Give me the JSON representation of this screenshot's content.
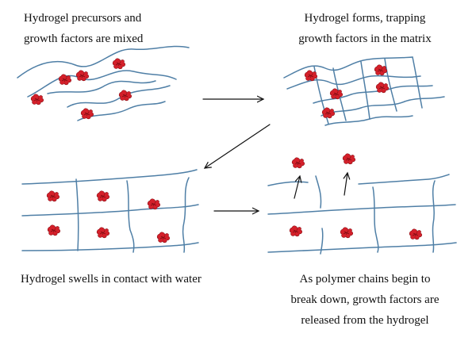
{
  "captions": {
    "step1": [
      "Hydrogel precursors and",
      "growth factors are mixed"
    ],
    "step2": [
      "Hydrogel forms, trapping",
      "growth factors in the matrix"
    ],
    "step3": [
      "Hydrogel swells in contact with water"
    ],
    "step4": [
      "As polymer chains begin to",
      "break down, growth factors are",
      "released from the hydrogel"
    ]
  },
  "colors": {
    "polymer_chain": "#4f7fa6",
    "growth_factor": "#d4202a",
    "arrow": "#111111"
  },
  "icons": {
    "growth_factor": "red-blob-icon",
    "process_arrow": "arrow-icon"
  }
}
